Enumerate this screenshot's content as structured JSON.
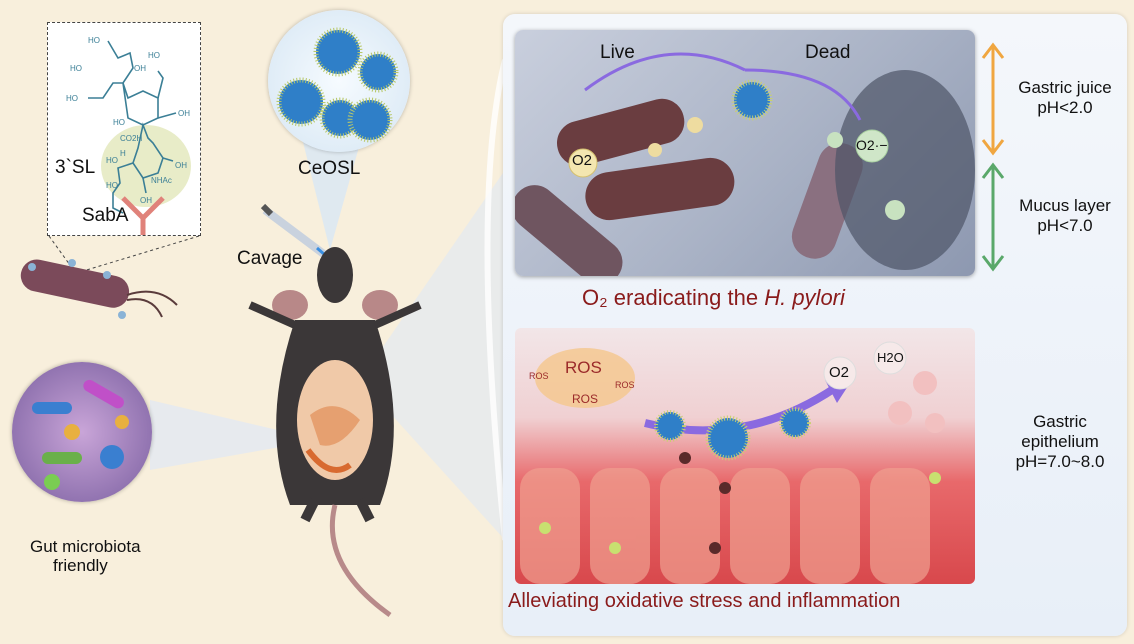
{
  "left": {
    "inset_label_sl": "3`SL",
    "inset_label_saba": "SabA",
    "chem_labels": [
      "HO",
      "HO",
      "OH",
      "HO",
      "HO",
      "OH",
      "HO",
      "CO2H",
      "H",
      "HO",
      "OH",
      "NHAc",
      "HO",
      "OH"
    ],
    "ceosl_label": "CeOSL",
    "cavage_label": "Cavage",
    "microbiota_label_line1": "Gut microbiota",
    "microbiota_label_line2": "friendly"
  },
  "top_panel": {
    "live_label": "Live",
    "dead_label": "Dead",
    "o2_label": "O2",
    "superoxide_label": "O2·−",
    "caption_prefix": "O₂ eradicating the ",
    "caption_italic": "H. pylori"
  },
  "bottom_panel": {
    "ros_labels": [
      "ROS",
      "ROS",
      "ROS",
      "ROS"
    ],
    "o2_label": "O2",
    "h2o_label": "H2O",
    "caption": "Alleviating oxidative stress and inflammation"
  },
  "side_labels": {
    "gastric_juice": "Gastric juice",
    "gastric_juice_ph": "pH<2.0",
    "mucus_layer": "Mucus layer",
    "mucus_layer_ph": "pH<7.0",
    "epithelium_1": "Gastric",
    "epithelium_2": "epithelium",
    "epithelium_ph": "pH=7.0~8.0"
  },
  "colors": {
    "background": "#f8efdc",
    "caption_red": "#8a1b1b",
    "arrow_orange": "#f0a640",
    "arrow_green": "#5aa86a",
    "nanoparticle_blue": "#2f7fc8"
  }
}
